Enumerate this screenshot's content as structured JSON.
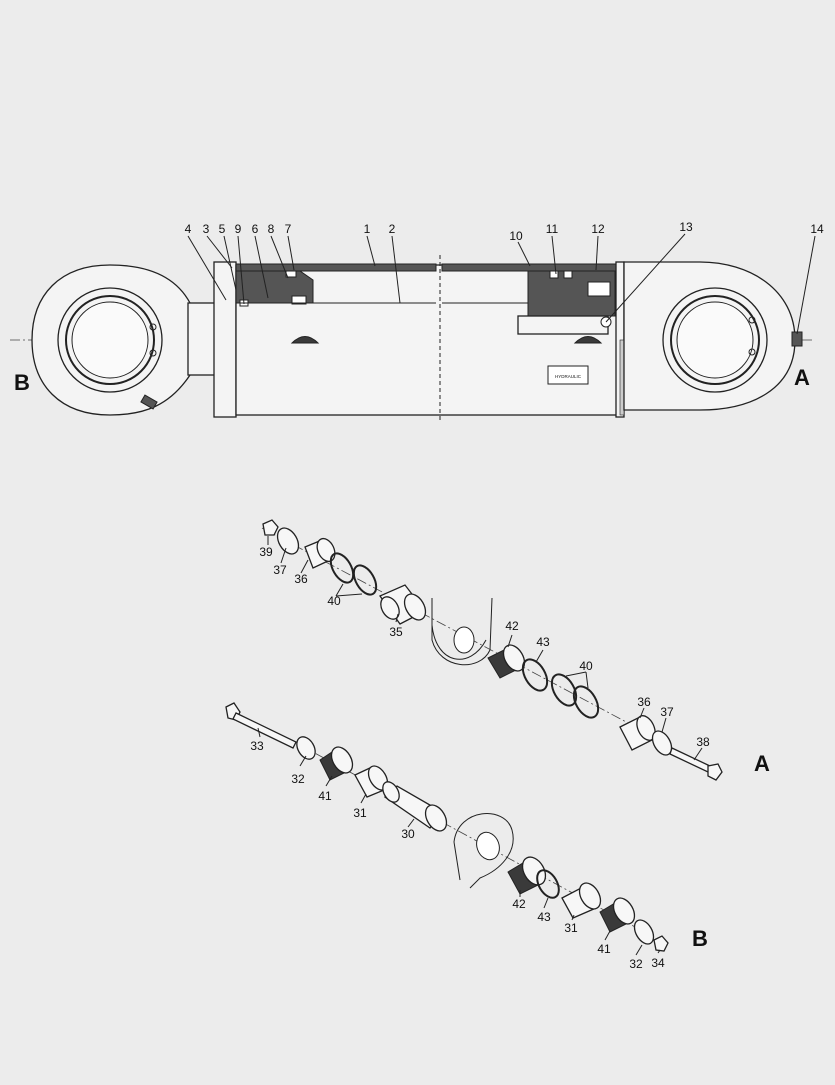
{
  "callouts_top": [
    "4",
    "3",
    "5",
    "9",
    "6",
    "8",
    "7",
    "1",
    "2",
    "10",
    "11",
    "12",
    "13",
    "14"
  ],
  "end_labels": {
    "left": "B",
    "right": "A"
  },
  "plate_text": "HYDRAULIC",
  "assembly_a": {
    "label": "A",
    "parts": [
      "39",
      "37",
      "36",
      "40",
      "35",
      "42",
      "43",
      "40",
      "36",
      "37",
      "38"
    ]
  },
  "assembly_b": {
    "label": "B",
    "parts": [
      "33",
      "32",
      "41",
      "31",
      "30",
      "42",
      "43",
      "31",
      "41",
      "32",
      "34"
    ]
  }
}
